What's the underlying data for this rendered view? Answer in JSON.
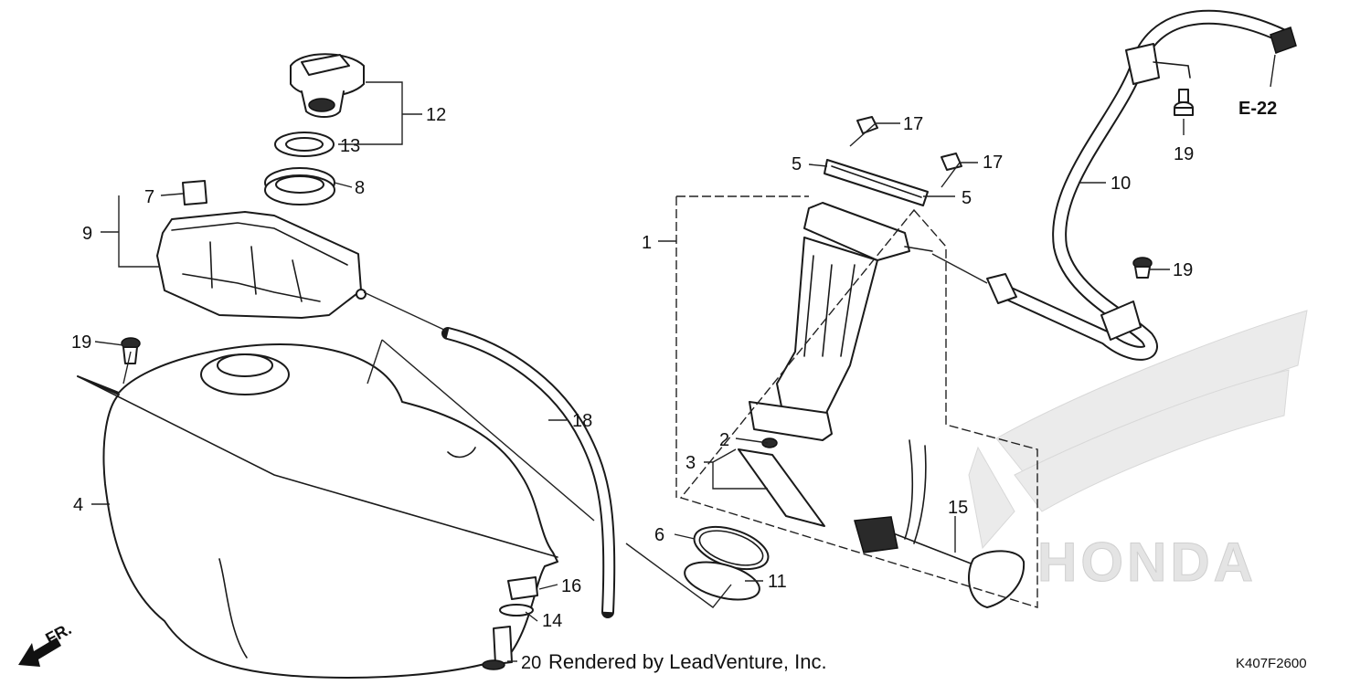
{
  "callouts": {
    "c1": "1",
    "c2": "2",
    "c3": "3",
    "c4": "4",
    "c5a": "5",
    "c5b": "5",
    "c6": "6",
    "c7": "7",
    "c8": "8",
    "c9": "9",
    "c10": "10",
    "c11": "11",
    "c12": "12",
    "c13": "13",
    "c14": "14",
    "c15": "15",
    "c16": "16",
    "c17a": "17",
    "c17b": "17",
    "c18": "18",
    "c19a": "19",
    "c19b": "19",
    "c19c": "19",
    "c20": "20"
  },
  "ref_label": "E-22",
  "direction_label": "FR.",
  "watermark_text": "HONDA",
  "footer_credit": "Rendered by LeadVenture, Inc.",
  "diagram_code": "K407F2600",
  "colors": {
    "line": "#1a1a1a",
    "watermark": "#e4e4e4"
  }
}
